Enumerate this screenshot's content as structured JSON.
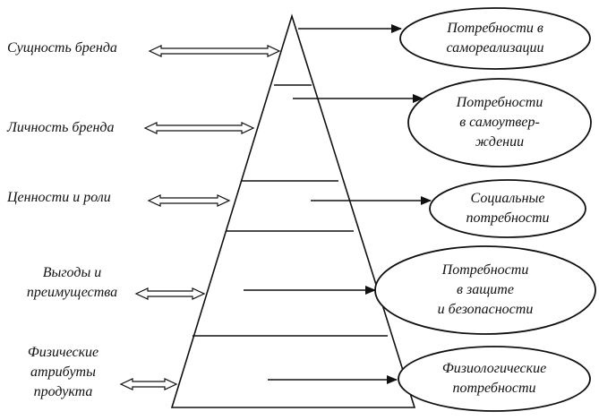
{
  "brand_levels": [
    {
      "label": "Сущность бренда"
    },
    {
      "label": "Личность бренда"
    },
    {
      "label": "Ценности и роли"
    },
    {
      "label": "Выгоды и\nпреимущества"
    },
    {
      "label": "Физические\nатрибуты\nпродукта"
    }
  ],
  "needs": [
    {
      "label": "Потребности в\nсамореализации"
    },
    {
      "label": "Потребности\nв самоутвер-\nждении"
    },
    {
      "label": "Социальные\nпотребности"
    },
    {
      "label": "Потребности\nв защите\nи безопасности"
    },
    {
      "label": "Физиологические\nпотребности"
    }
  ]
}
